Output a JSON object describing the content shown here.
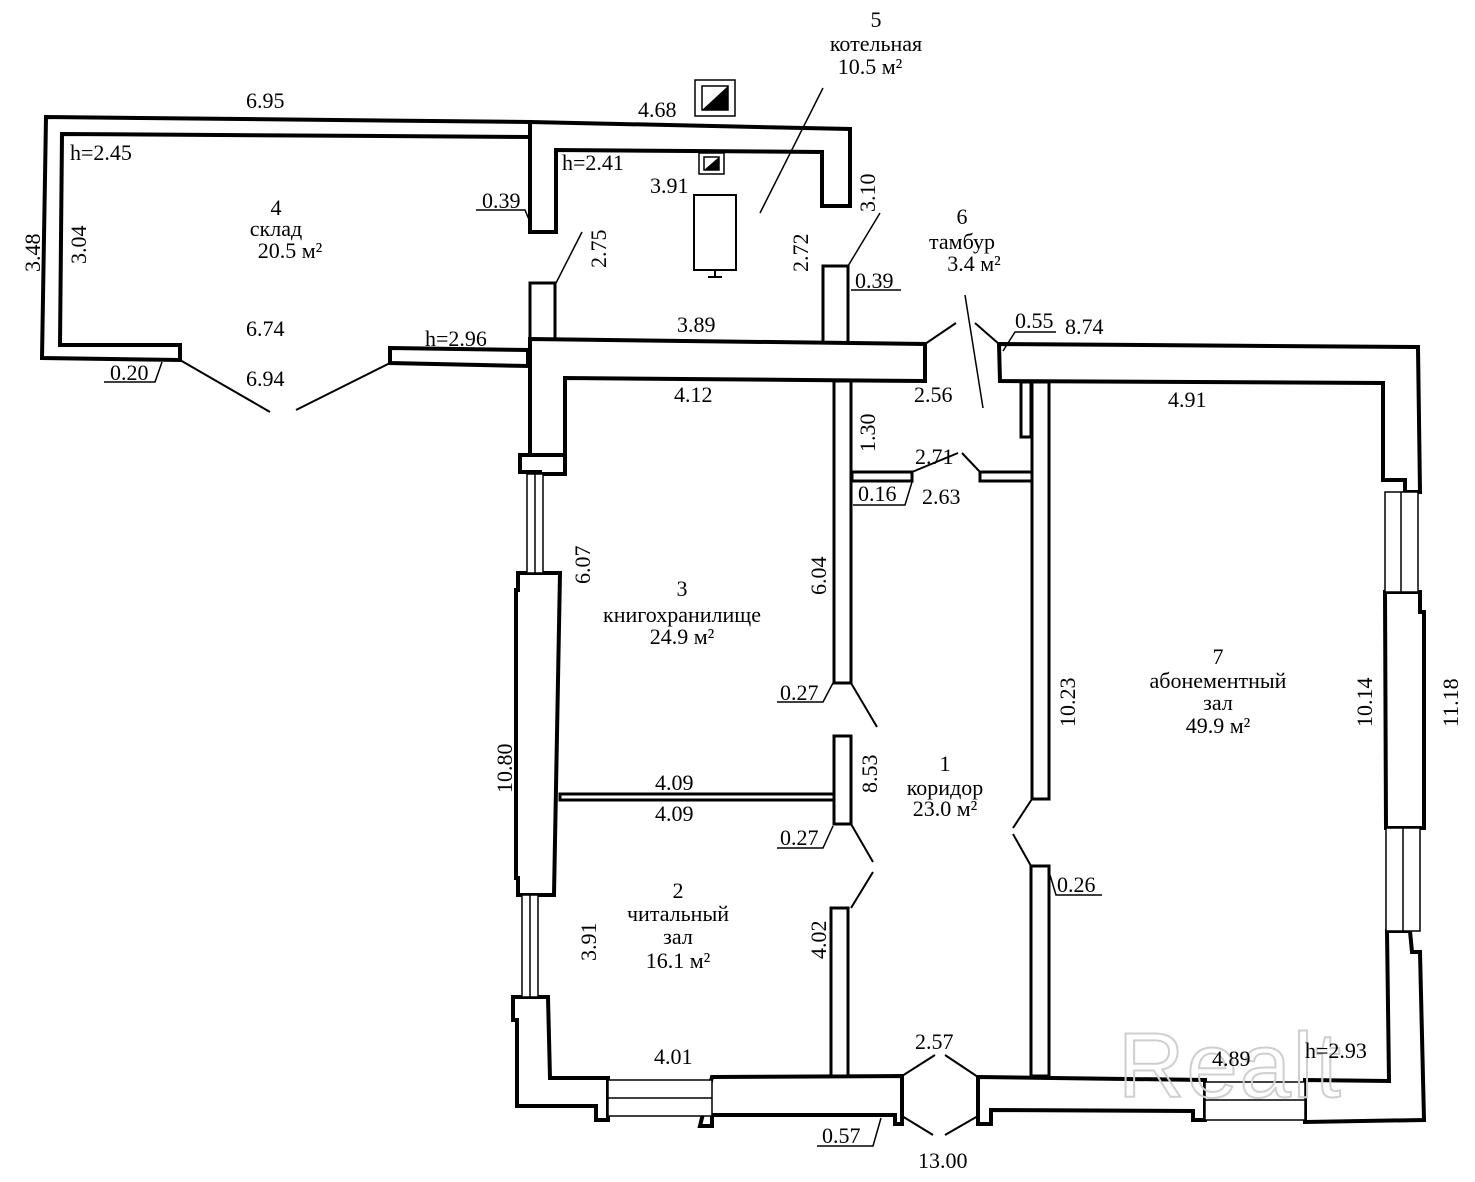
{
  "plan": {
    "rooms": [
      {
        "number": "1",
        "name": "коридор",
        "name2": "",
        "area": "23.0 м²"
      },
      {
        "number": "2",
        "name": "читальный",
        "name2": "зал",
        "area": "16.1 м²"
      },
      {
        "number": "3",
        "name": "книгохранилище",
        "name2": "",
        "area": "24.9 м²"
      },
      {
        "number": "4",
        "name": "склад",
        "name2": "",
        "area": "20.5 м²"
      },
      {
        "number": "5",
        "name": "котельная",
        "name2": "",
        "area": "10.5 м²"
      },
      {
        "number": "6",
        "name": "тамбур",
        "name2": "",
        "area": "3.4 м²"
      },
      {
        "number": "7",
        "name": "абонементный",
        "name2": "зал",
        "area": "49.9 м²"
      }
    ],
    "heights": {
      "h_sklad": "h=2.45",
      "h_kotel": "h=2.41",
      "h_link": "h=2.96",
      "h_abon": "h=2.93"
    },
    "dimensions": {
      "d695": "6.95",
      "d468": "4.68",
      "d348": "3.48",
      "d304": "3.04",
      "d039a": "0.39",
      "d391a": "3.91",
      "d310": "3.10",
      "d275": "2.75",
      "d272": "2.72",
      "d039b": "0.39",
      "d674": "6.74",
      "d694": "6.94",
      "d020": "0.20",
      "d389": "3.89",
      "d055": "0.55",
      "d874": "8.74",
      "d412": "4.12",
      "d256": "2.56",
      "d491": "4.91",
      "d130": "1.30",
      "d271": "2.71",
      "d016": "0.16",
      "d263": "2.63",
      "d607": "6.07",
      "d604": "6.04",
      "d027a": "0.27",
      "d1023": "10.23",
      "d1014": "10.14",
      "d1118": "11.18",
      "d1080": "10.80",
      "d409a": "4.09",
      "d409b": "4.09",
      "d853": "8.53",
      "d027b": "0.27",
      "d026": "0.26",
      "d391b": "3.91",
      "d402": "4.02",
      "d401": "4.01",
      "d257": "2.57",
      "d489": "4.89",
      "d057": "0.57",
      "d1300": "13.00"
    },
    "watermark": "Realt"
  }
}
